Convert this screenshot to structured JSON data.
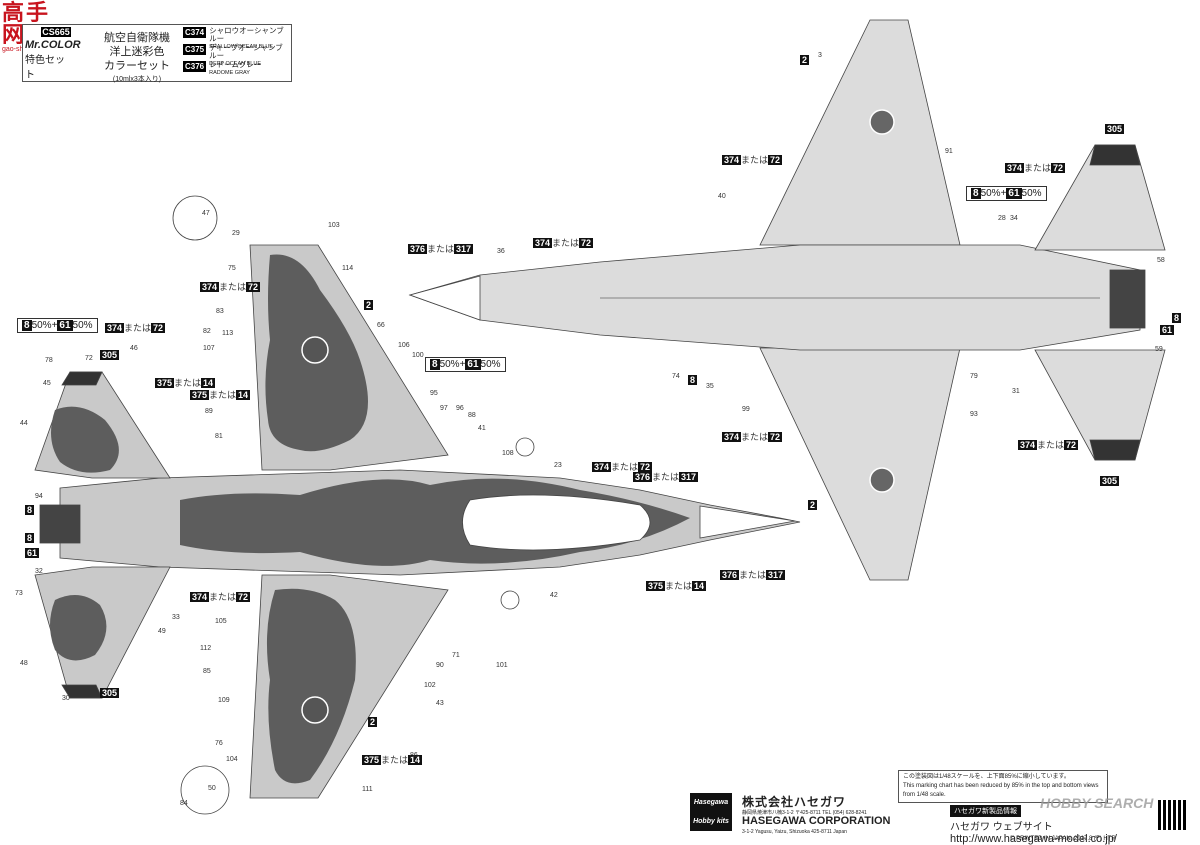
{
  "site_logo": {
    "text": "高手网",
    "sub": "gao-shou.com"
  },
  "color_set": {
    "code": "CS665",
    "brand": "Mr.COLOR",
    "set_label": "特色セット",
    "unit_line1": "航空自衛隊機",
    "unit_line2": "洋上迷彩色",
    "unit_line3": "カラーセット",
    "unit_line4": "(10mlx3本入り)",
    "colors": [
      {
        "code": "C374",
        "jp": "シャロウオーシャンブルー",
        "en": "SHALLOW OCEAN BLUE"
      },
      {
        "code": "C375",
        "jp": "ディープオーシャンブルー",
        "en": "DEEP OCEAN BLUE"
      },
      {
        "code": "C376",
        "jp": "レドームグレー",
        "en": "RADOME GRAY"
      }
    ]
  },
  "mix_labels": [
    {
      "a": "8",
      "ap": "50%",
      "plus": "+",
      "b": "61",
      "bp": "50%"
    },
    {
      "a": "8",
      "ap": "50%",
      "plus": "+",
      "b": "61",
      "bp": "50%"
    },
    {
      "a": "8",
      "ap": "50%",
      "plus": "+",
      "b": "61",
      "bp": "50%"
    }
  ],
  "paint_tags": {
    "t374": "374",
    "t375": "375",
    "t376": "376",
    "t305": "305",
    "t72": "72",
    "t14": "14",
    "t317": "317",
    "t8": "8",
    "t61": "61",
    "t2": "2",
    "mata": "または"
  },
  "refs": [
    "3",
    "29",
    "47",
    "103",
    "75",
    "114",
    "66",
    "83",
    "82",
    "113",
    "107",
    "106",
    "100",
    "95",
    "97",
    "96",
    "88",
    "41",
    "23",
    "108",
    "81",
    "89",
    "94",
    "32",
    "46",
    "78",
    "72",
    "45",
    "44",
    "73",
    "48",
    "30",
    "50",
    "84",
    "76",
    "104",
    "111",
    "86",
    "112",
    "85",
    "109",
    "105",
    "90",
    "71",
    "101",
    "43",
    "102",
    "42",
    "36",
    "40",
    "91",
    "28",
    "34",
    "58",
    "59",
    "79",
    "31",
    "93",
    "99",
    "74",
    "35",
    "33",
    "49"
  ],
  "note": {
    "jp": "この塗装図は1/48スケールを、上下面85%に縮小しています。",
    "en": "This marking chart has been reduced by 85% in the top and bottom views from 1/48 scale."
  },
  "maker": {
    "logo": "Hasegawa",
    "logo_sub": "Hobby kits",
    "name_jp": "株式会社ハセガワ",
    "addr_jp": "静岡県焼津市八楠3-1-2 〒425-8711 TEL (054) 628-8241",
    "name_en": "HASEGAWA CORPORATION",
    "addr_en": "3-1-2 Yagusu, Yaizu, Shizuoka 425-8711 Japan"
  },
  "web": {
    "header": "ハセガワ新製品情報",
    "line1": "ハセガワ ウェブサイト",
    "url": "http://www.hasegawa-model.co.jp/"
  },
  "printed": "© PRINTED IN JAPAN. 2017.8 (F) HTR",
  "watermark": "HOBBY SEARCH"
}
